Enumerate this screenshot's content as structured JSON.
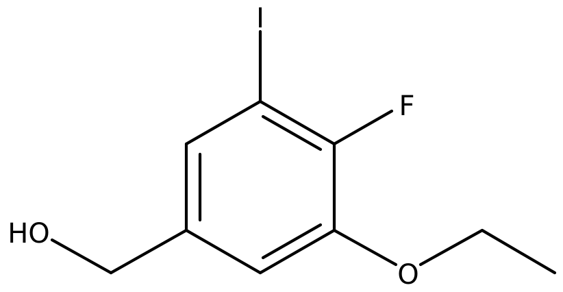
{
  "structure": {
    "atoms": {
      "iodine": "I",
      "fluorine": "F",
      "oxygen_ether": "O",
      "hydroxyl": "HO"
    },
    "colors": {
      "ink": "#000000",
      "background": "#ffffff"
    }
  }
}
